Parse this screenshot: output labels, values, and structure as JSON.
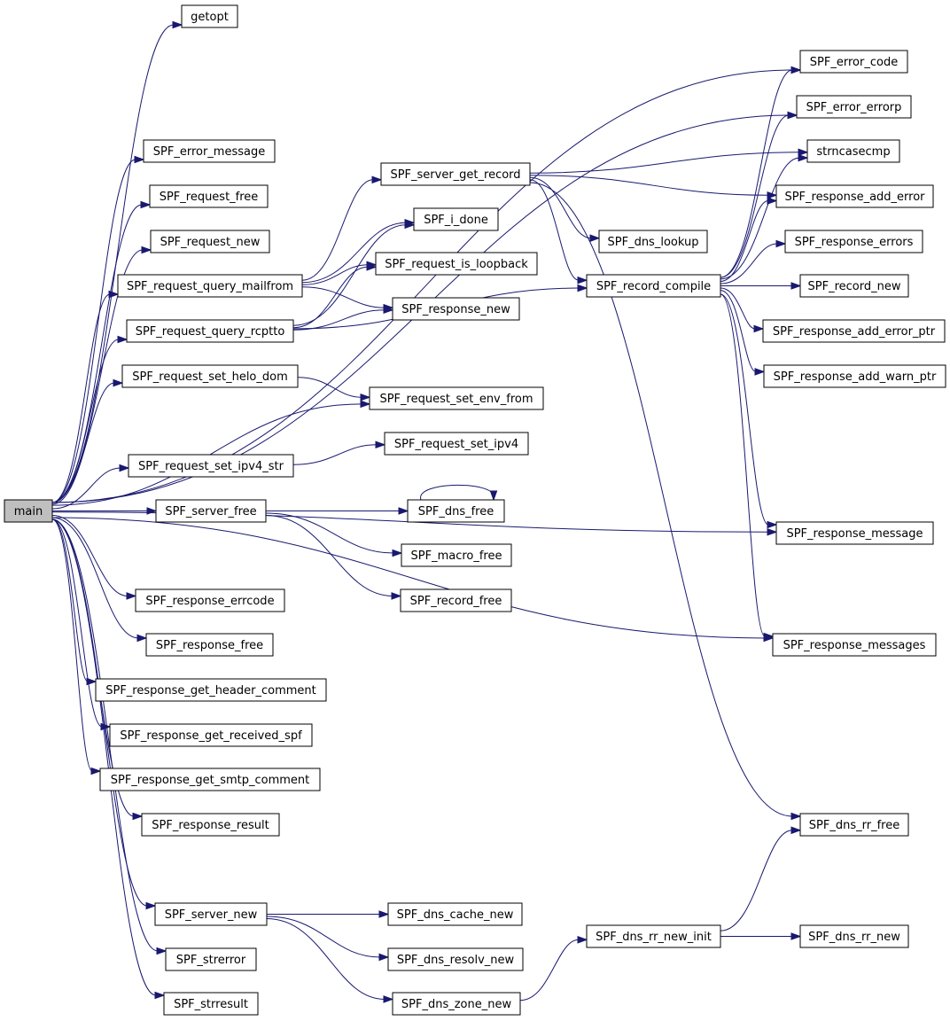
{
  "nodes": {
    "main": "main",
    "getopt": "getopt",
    "SPF_error_code": "SPF_error_code",
    "SPF_error_errorp": "SPF_error_errorp",
    "SPF_error_message": "SPF_error_message",
    "strncasecmp": "strncasecmp",
    "SPF_request_free": "SPF_request_free",
    "SPF_server_get_record": "SPF_server_get_record",
    "SPF_response_add_error": "SPF_response_add_error",
    "SPF_i_done": "SPF_i_done",
    "SPF_request_new": "SPF_request_new",
    "SPF_dns_lookup": "SPF_dns_lookup",
    "SPF_response_errors": "SPF_response_errors",
    "SPF_request_is_loopback": "SPF_request_is_loopback",
    "SPF_request_query_mailfrom": "SPF_request_query_mailfrom",
    "SPF_record_compile": "SPF_record_compile",
    "SPF_record_new": "SPF_record_new",
    "SPF_response_new": "SPF_response_new",
    "SPF_request_query_rcptto": "SPF_request_query_rcptto",
    "SPF_response_add_error_ptr": "SPF_response_add_error_ptr",
    "SPF_response_add_warn_ptr": "SPF_response_add_warn_ptr",
    "SPF_request_set_helo_dom": "SPF_request_set_helo_dom",
    "SPF_request_set_env_from": "SPF_request_set_env_from",
    "SPF_request_set_ipv4": "SPF_request_set_ipv4",
    "SPF_request_set_ipv4_str": "SPF_request_set_ipv4_str",
    "SPF_server_free": "SPF_server_free",
    "SPF_dns_free": "SPF_dns_free",
    "SPF_response_message": "SPF_response_message",
    "SPF_macro_free": "SPF_macro_free",
    "SPF_response_errcode": "SPF_response_errcode",
    "SPF_record_free": "SPF_record_free",
    "SPF_response_free": "SPF_response_free",
    "SPF_response_messages": "SPF_response_messages",
    "SPF_response_get_header_comment": "SPF_response_get_header_comment",
    "SPF_response_get_received_spf": "SPF_response_get_received_spf",
    "SPF_response_get_smtp_comment": "SPF_response_get_smtp_comment",
    "SPF_response_result": "SPF_response_result",
    "SPF_dns_rr_free": "SPF_dns_rr_free",
    "SPF_server_new": "SPF_server_new",
    "SPF_dns_cache_new": "SPF_dns_cache_new",
    "SPF_dns_rr_new_init": "SPF_dns_rr_new_init",
    "SPF_dns_rr_new": "SPF_dns_rr_new",
    "SPF_strerror": "SPF_strerror",
    "SPF_dns_resolv_new": "SPF_dns_resolv_new",
    "SPF_strresult": "SPF_strresult",
    "SPF_dns_zone_new": "SPF_dns_zone_new"
  },
  "colors": {
    "edge": "#191970",
    "node_border": "#000000",
    "node_fill": "#ffffff",
    "root_fill": "#bfbfbf"
  },
  "edges": [
    [
      "main",
      "getopt"
    ],
    [
      "main",
      "SPF_error_code"
    ],
    [
      "main",
      "SPF_error_errorp"
    ],
    [
      "main",
      "SPF_error_message"
    ],
    [
      "main",
      "SPF_request_free"
    ],
    [
      "main",
      "SPF_request_new"
    ],
    [
      "main",
      "SPF_request_query_mailfrom"
    ],
    [
      "main",
      "SPF_request_query_rcptto"
    ],
    [
      "main",
      "SPF_request_set_helo_dom"
    ],
    [
      "main",
      "SPF_request_set_env_from"
    ],
    [
      "main",
      "SPF_request_set_ipv4_str"
    ],
    [
      "main",
      "SPF_server_free"
    ],
    [
      "main",
      "SPF_response_message"
    ],
    [
      "main",
      "SPF_response_errcode"
    ],
    [
      "main",
      "SPF_response_free"
    ],
    [
      "main",
      "SPF_response_get_header_comment"
    ],
    [
      "main",
      "SPF_response_get_received_spf"
    ],
    [
      "main",
      "SPF_response_get_smtp_comment"
    ],
    [
      "main",
      "SPF_response_result"
    ],
    [
      "main",
      "SPF_response_messages"
    ],
    [
      "main",
      "SPF_server_new"
    ],
    [
      "main",
      "SPF_strerror"
    ],
    [
      "main",
      "SPF_strresult"
    ],
    [
      "SPF_server_get_record",
      "strncasecmp"
    ],
    [
      "SPF_server_get_record",
      "SPF_response_add_error"
    ],
    [
      "SPF_server_get_record",
      "SPF_dns_lookup"
    ],
    [
      "SPF_server_get_record",
      "SPF_record_compile"
    ],
    [
      "SPF_server_get_record",
      "SPF_dns_rr_free"
    ],
    [
      "SPF_request_query_mailfrom",
      "SPF_server_get_record"
    ],
    [
      "SPF_request_query_mailfrom",
      "SPF_i_done"
    ],
    [
      "SPF_request_query_mailfrom",
      "SPF_request_is_loopback"
    ],
    [
      "SPF_request_query_mailfrom",
      "SPF_response_new"
    ],
    [
      "SPF_request_query_rcptto",
      "SPF_i_done"
    ],
    [
      "SPF_request_query_rcptto",
      "SPF_request_is_loopback"
    ],
    [
      "SPF_request_query_rcptto",
      "SPF_response_new"
    ],
    [
      "SPF_request_query_rcptto",
      "SPF_record_compile"
    ],
    [
      "SPF_record_compile",
      "SPF_error_code"
    ],
    [
      "SPF_record_compile",
      "SPF_error_errorp"
    ],
    [
      "SPF_record_compile",
      "strncasecmp"
    ],
    [
      "SPF_record_compile",
      "SPF_response_add_error"
    ],
    [
      "SPF_record_compile",
      "SPF_response_errors"
    ],
    [
      "SPF_record_compile",
      "SPF_record_new"
    ],
    [
      "SPF_record_compile",
      "SPF_response_add_error_ptr"
    ],
    [
      "SPF_record_compile",
      "SPF_response_add_warn_ptr"
    ],
    [
      "SPF_record_compile",
      "SPF_response_message"
    ],
    [
      "SPF_record_compile",
      "SPF_response_messages"
    ],
    [
      "SPF_request_set_helo_dom",
      "SPF_request_set_env_from"
    ],
    [
      "SPF_request_set_ipv4_str",
      "SPF_request_set_ipv4"
    ],
    [
      "SPF_server_free",
      "SPF_dns_free"
    ],
    [
      "SPF_server_free",
      "SPF_macro_free"
    ],
    [
      "SPF_server_free",
      "SPF_record_free"
    ],
    [
      "SPF_dns_free",
      "SPF_dns_free"
    ],
    [
      "SPF_server_new",
      "SPF_dns_cache_new"
    ],
    [
      "SPF_server_new",
      "SPF_dns_resolv_new"
    ],
    [
      "SPF_server_new",
      "SPF_dns_zone_new"
    ],
    [
      "SPF_dns_zone_new",
      "SPF_dns_rr_new_init"
    ],
    [
      "SPF_dns_rr_new_init",
      "SPF_dns_rr_new"
    ],
    [
      "SPF_dns_rr_new_init",
      "SPF_dns_rr_free"
    ]
  ]
}
